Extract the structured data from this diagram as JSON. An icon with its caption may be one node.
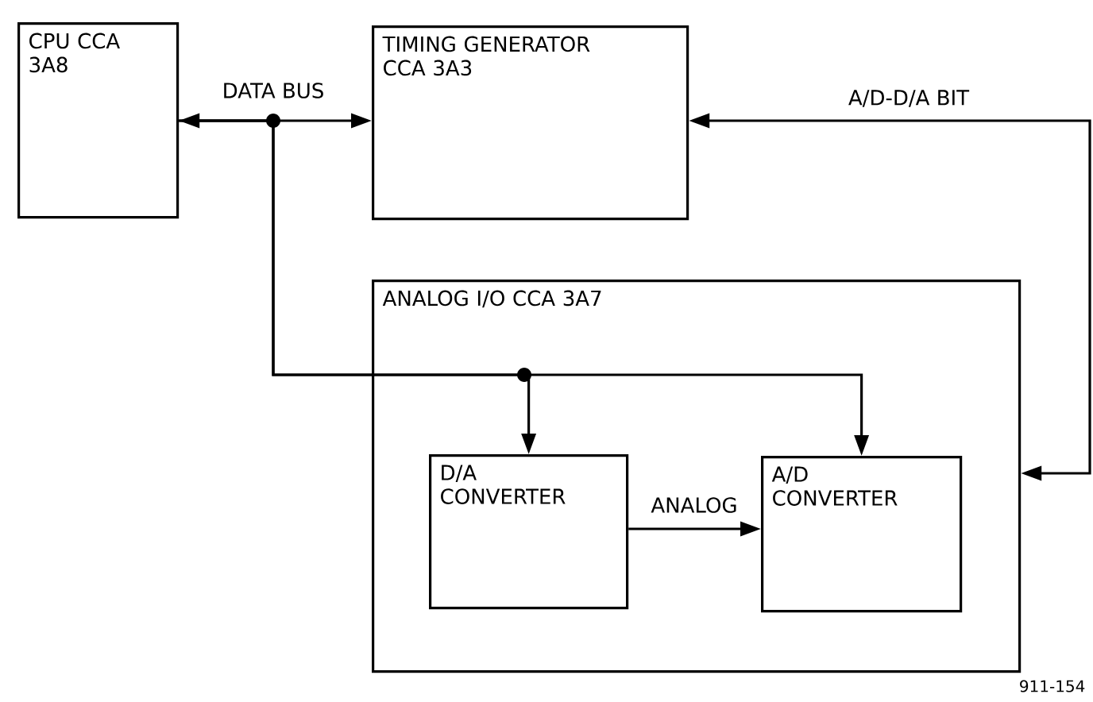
{
  "diagram": {
    "nodes": [
      {
        "text": [
          "CPU CCA 3A8"
        ]
      },
      {
        "text": [
          "TIMING GENERATOR CCA 3A3"
        ]
      },
      {
        "text": [
          "ANALOG I/O CCA 3A7"
        ]
      },
      {
        "text": [
          "D/A CONVERTER"
        ],
        "in": 2
      },
      {
        "text": [
          "A/D CONVERTER"
        ],
        "in": 2
      }
    ],
    "edges": [
      {
        "from": 0,
        "to": 1,
        "arrow": "both",
        "label": "DATA BUS"
      },
      {
        "from": 0,
        "to": 3,
        "arrow": "to"
      },
      {
        "from": 0,
        "to": 4,
        "arrow": "to"
      },
      {
        "from": 2,
        "to": 1,
        "arrow": "both",
        "label": "A/D-D/A BIT"
      },
      {
        "from": 3,
        "to": 4,
        "arrow": "to",
        "label": "ANALOG"
      }
    ],
    "labels": [
      "911-154"
    ]
  }
}
